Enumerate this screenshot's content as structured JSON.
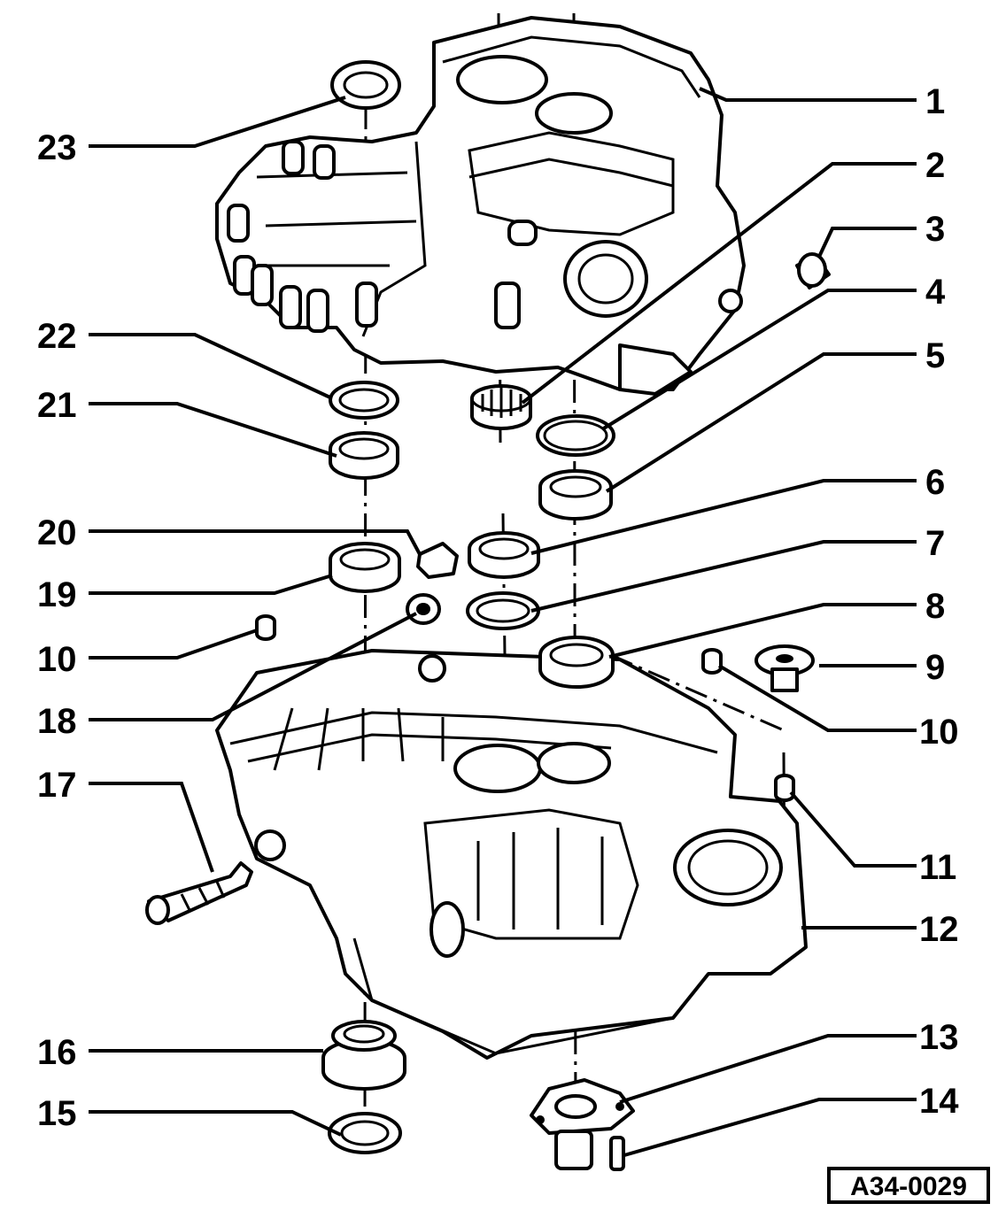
{
  "diagram": {
    "reference_code": "A34-0029",
    "callouts": [
      "1",
      "2",
      "3",
      "4",
      "5",
      "6",
      "7",
      "8",
      "9",
      "10",
      "10",
      "11",
      "12",
      "13",
      "14",
      "15",
      "16",
      "17",
      "18",
      "19",
      "20",
      "21",
      "22",
      "23"
    ]
  }
}
